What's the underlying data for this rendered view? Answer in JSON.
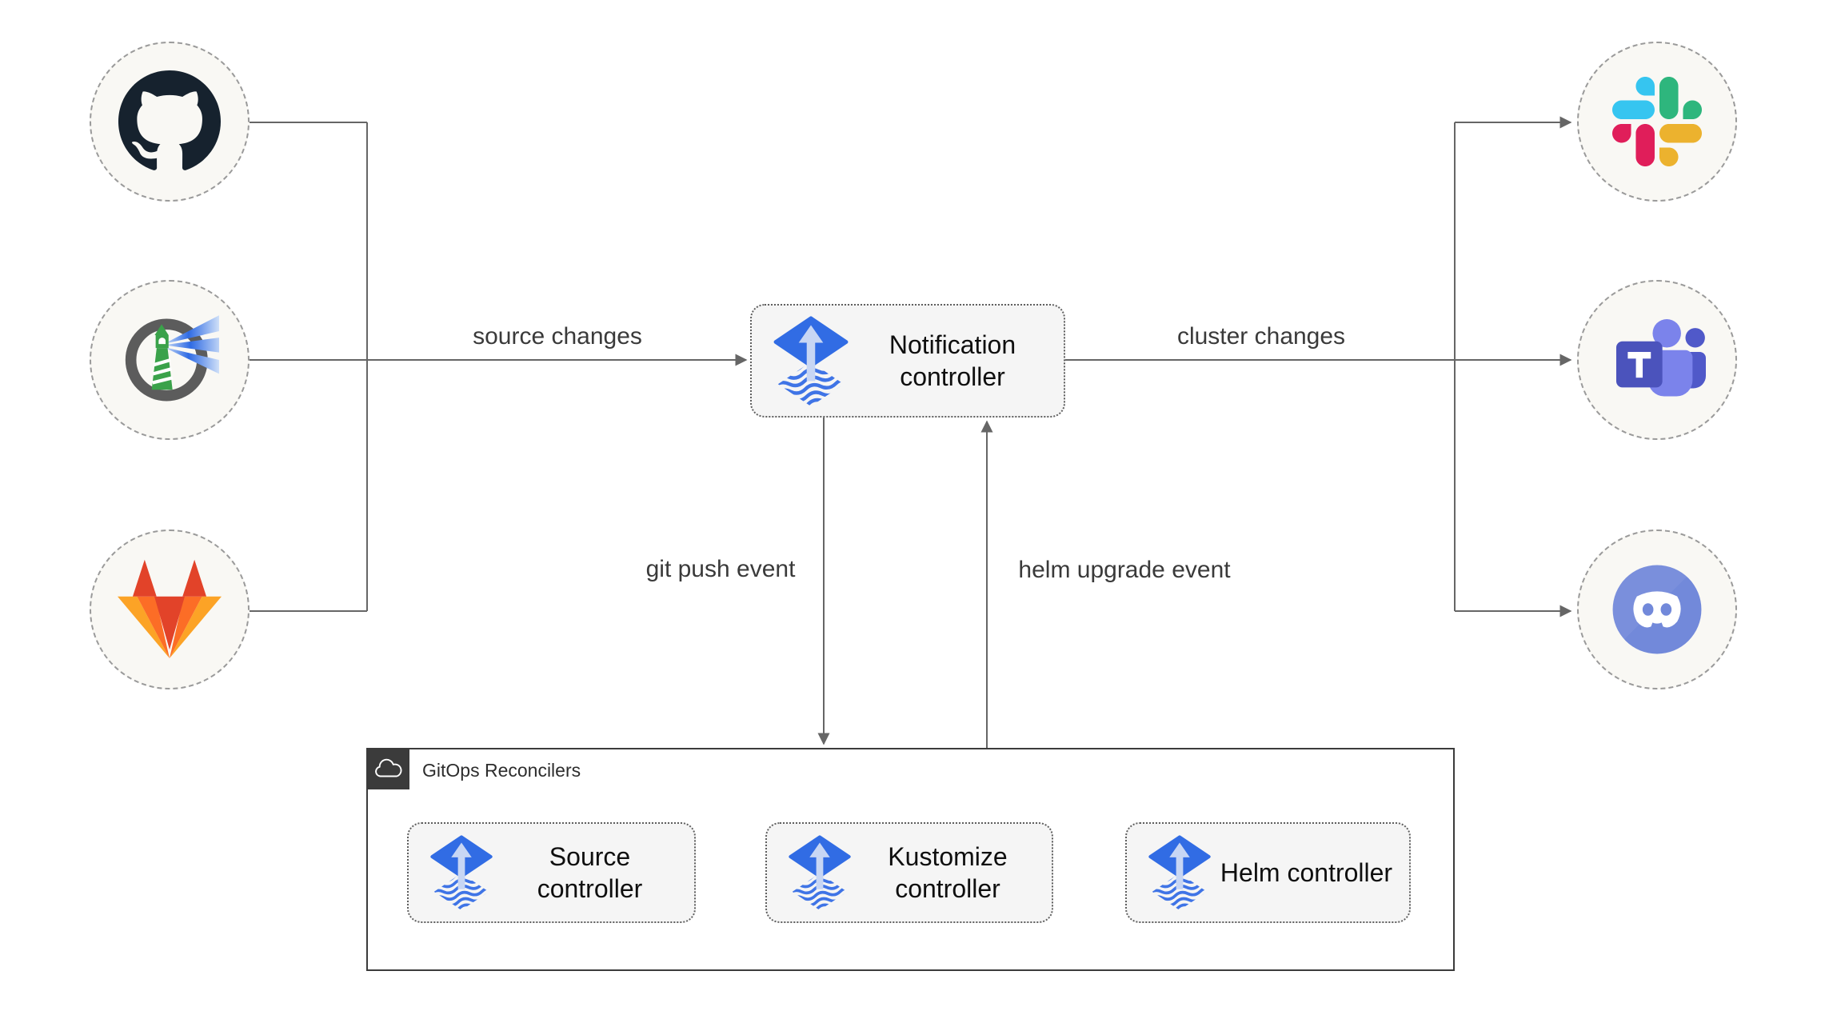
{
  "edges": {
    "source_changes": "source changes",
    "cluster_changes": "cluster changes",
    "git_push_event": "git push event",
    "helm_upgrade_event": "helm upgrade event"
  },
  "nodes": {
    "notification": "Notification controller",
    "source": "Source controller",
    "kustomize": "Kustomize controller",
    "helm": "Helm controller"
  },
  "group": {
    "label": "GitOps Reconcilers",
    "badge_icon": "cloud-icon"
  },
  "icons": {
    "sources": [
      "github-icon",
      "harbor-icon",
      "gitlab-icon"
    ],
    "targets": [
      "slack-icon",
      "ms-teams-icon",
      "discord-icon"
    ],
    "controller_icon": "flux-icon"
  },
  "colors": {
    "connector": "#666666",
    "node_fill": "#f5f5f5",
    "node_border": "#5f5f5f",
    "circle_fill": "#f9f8f4",
    "circle_border": "#9a9a9a",
    "group_border": "#3b3b3b",
    "flux_blue": "#316ce4",
    "flux_arrow_light": "#c7d6f4",
    "flux_wave": "#3f74e6",
    "github_dark": "#16222e",
    "harbor_gray": "#5c5c5c",
    "harbor_green": "#3aa24a",
    "harbor_beam": "#2f6be4",
    "gitlab_red": "#e24329",
    "gitlab_orange": "#fc6d26",
    "gitlab_yellow": "#fca326",
    "slack_blue": "#36c5f0",
    "slack_green": "#2eb67d",
    "slack_red": "#e01e5a",
    "slack_yellow": "#ecb22e",
    "teams_dark": "#4b53bc",
    "teams_mid": "#5059c9",
    "teams_light": "#7b83eb",
    "discord_blurple": "#7289da"
  }
}
